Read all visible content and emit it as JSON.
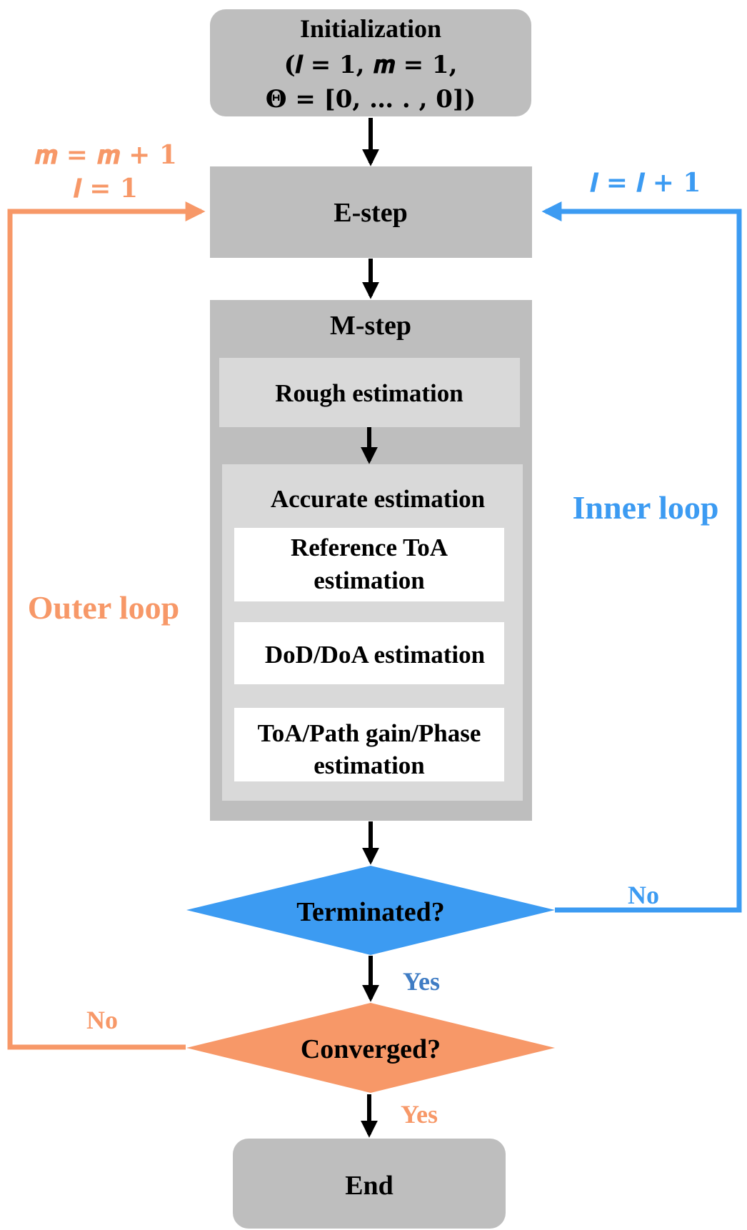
{
  "init": {
    "line1": "Initialization",
    "line2": "(𝒍 = 𝟏, 𝒎 = 𝟏,",
    "line3": "𝚯 = [𝟎, … . , 𝟎])"
  },
  "estep": {
    "label": "E-step"
  },
  "mstep": {
    "label": "M-step",
    "rough": "Rough estimation",
    "accurate": {
      "label": "Accurate estimation",
      "ref_line1": "Reference ToA",
      "ref_line2": "estimation",
      "dod": "DoD/DoA estimation",
      "toa_line1": "ToA/Path gain/Phase",
      "toa_line2": "estimation"
    }
  },
  "terminated": {
    "label": "Terminated?",
    "no": "No",
    "yes": "Yes"
  },
  "converged": {
    "label": "Converged?",
    "no": "No",
    "yes": "Yes"
  },
  "end": {
    "label": "End"
  },
  "outer": {
    "label": "Outer loop",
    "update1": "𝒎 = 𝒎 + 𝟏",
    "update2": "𝒍 = 𝟏"
  },
  "inner": {
    "label": "Inner loop",
    "update": "𝒍 = 𝒍 + 𝟏"
  },
  "colors": {
    "orange": "#F79868",
    "blue": "#3C9BF2",
    "dark_gray": "#BEBEBE",
    "light_gray": "#D9D9D9",
    "yes_blue": "#3F7CC4"
  }
}
